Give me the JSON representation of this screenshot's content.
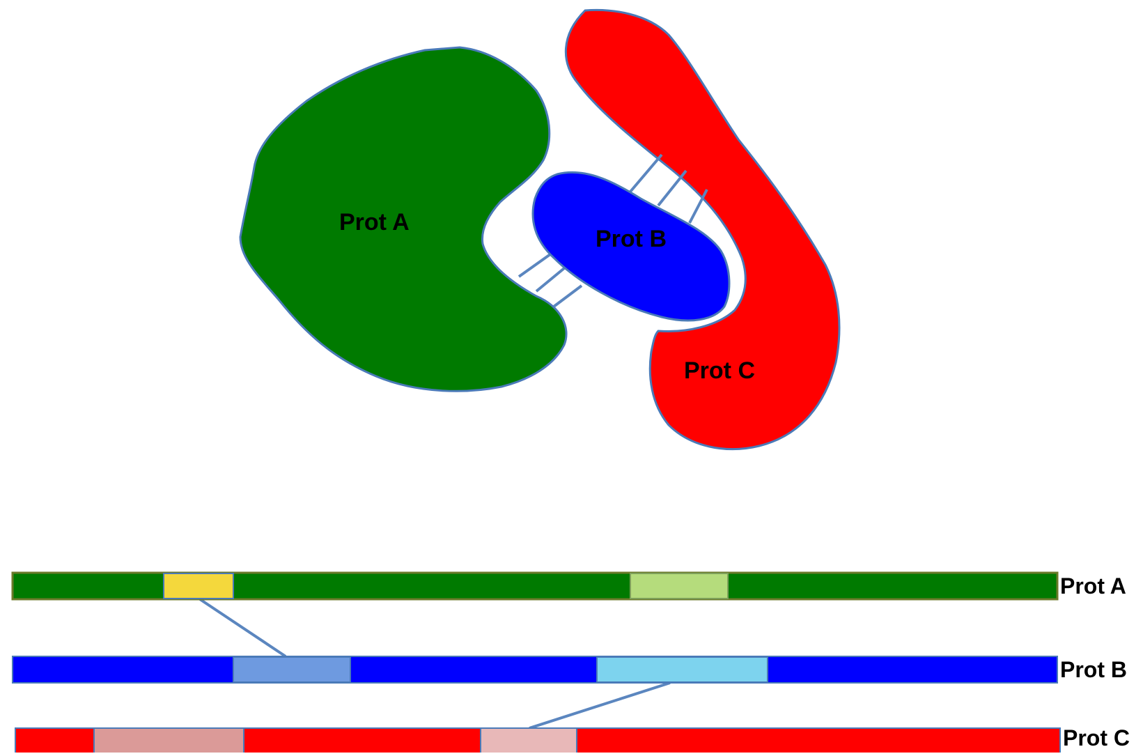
{
  "diagram": {
    "proteins": [
      {
        "id": "A",
        "label": "Prot A",
        "color": "#007A00"
      },
      {
        "id": "B",
        "label": "Prot B",
        "color": "#0000FF"
      },
      {
        "id": "C",
        "label": "Prot C",
        "color": "#FF0000"
      }
    ],
    "interface_colors": {
      "protA_site1": "#F4D83C",
      "protA_site2": "#B5DC7C",
      "protB_site1": "#6E9AE0",
      "protB_site2": "#7DD3EE",
      "protC_site1": "#DB9A98",
      "protC_site2": "#E8B8B8",
      "link": "#5B86BF",
      "outline": "#4A7AB8"
    }
  }
}
